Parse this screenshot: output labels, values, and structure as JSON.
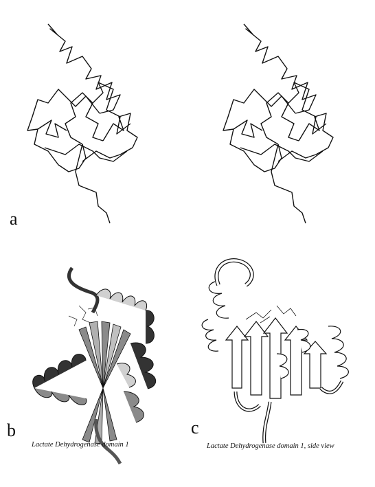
{
  "panels": {
    "a": {
      "label": "a"
    },
    "b": {
      "label": "b",
      "caption": "Lactate Dehydrogenase   domain 1"
    },
    "c": {
      "label": "c",
      "caption": "Lactate Dehydrogenase domain 1, side view"
    }
  },
  "colors": {
    "line": "#111111",
    "ribbon_dark": "#333333",
    "ribbon_mid": "#8a8a8a",
    "ribbon_light": "#d0d0d0"
  }
}
